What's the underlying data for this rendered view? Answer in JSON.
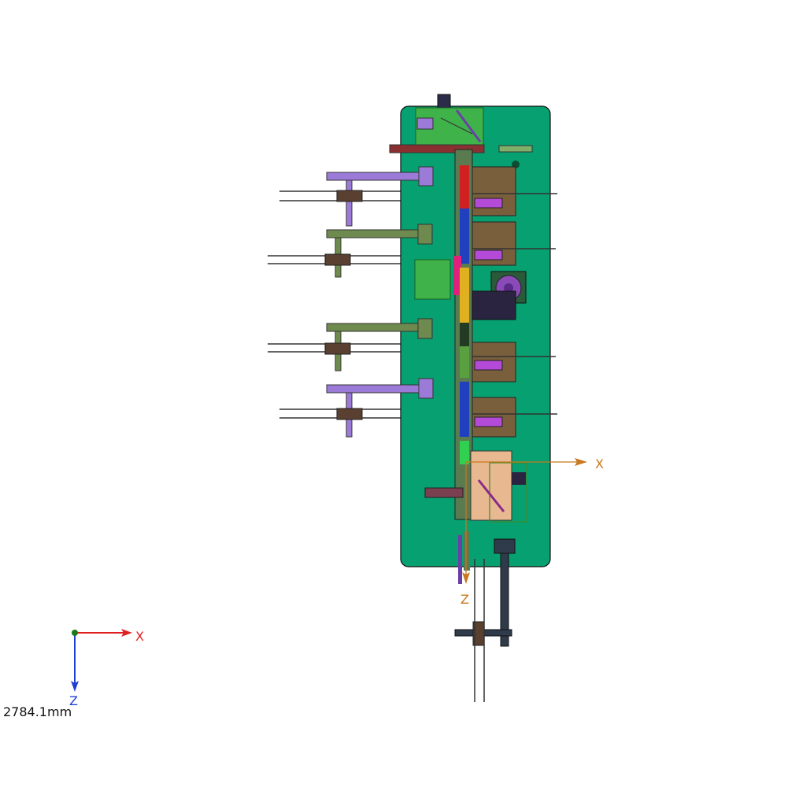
{
  "viewport": {
    "scale_label": "2784.1mm"
  },
  "global_triad": {
    "x_label": "X",
    "z_label": "Z",
    "x_color": "#e02020",
    "z_color": "#1f3fd0",
    "origin_color": "#1a7a1a"
  },
  "part_triad": {
    "x_label": "X",
    "z_label": "Z",
    "color": "#c8781e"
  },
  "colors": {
    "base_plate": "#07a070",
    "plate_edge": "#111111",
    "purple_arm": "#9c7ad8",
    "olive_arm": "#6f8a4e",
    "dark_block": "#5a4030",
    "motor_bracket": "#7a5f3c",
    "bottom_post": "#2f3b4a",
    "highlight_part": "#e8b890"
  }
}
